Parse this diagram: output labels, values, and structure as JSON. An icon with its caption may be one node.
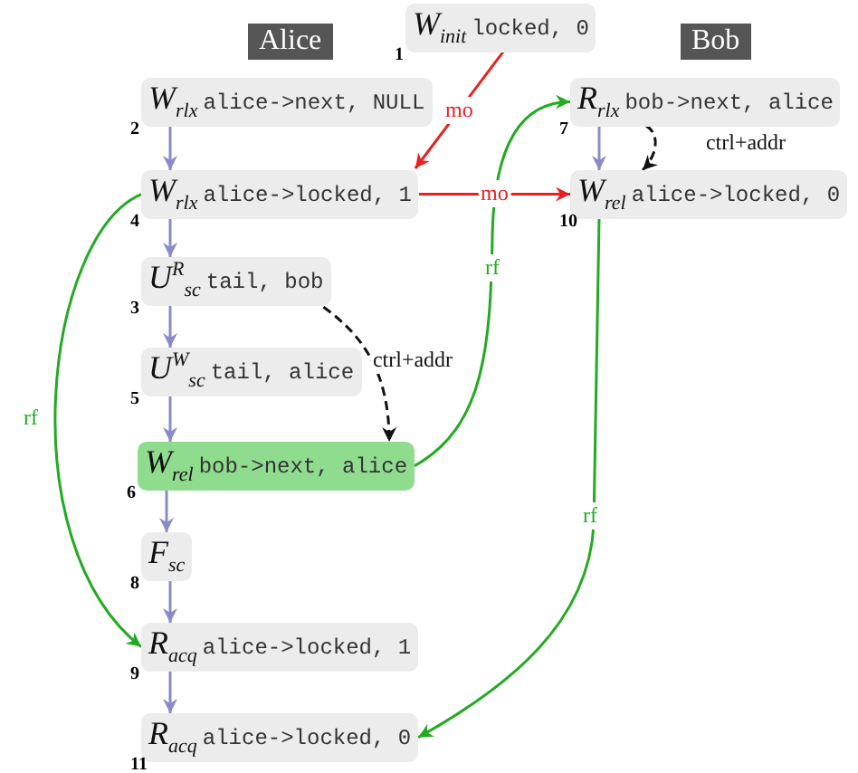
{
  "diagram": {
    "nodes": [
      {
        "text": [
          "Alice"
        ]
      },
      {
        "text": [
          "Bob"
        ]
      },
      {
        "text": [
          "W$_{init}$",
          "locked, 0"
        ],
        "beside": [
          "1"
        ]
      },
      {
        "text": [
          "W$_{rlx}$",
          "alice->next, NULL"
        ],
        "beside": [
          "2"
        ]
      },
      {
        "text": [
          "W$_{rlx}$",
          "alice->locked, 1"
        ],
        "beside": [
          "4"
        ]
      },
      {
        "text": [
          "U$^{R}$$_{sc}$",
          "tail, bob"
        ],
        "beside": [
          "3"
        ]
      },
      {
        "text": [
          "U$^{W}$$_{sc}$",
          "tail, alice"
        ],
        "beside": [
          "5"
        ]
      },
      {
        "text": [
          "W$_{rel}$",
          "bob->next, alice"
        ],
        "beside": [
          "6"
        ]
      },
      {
        "text": [
          "F$_{sc}$"
        ],
        "beside": [
          "8"
        ]
      },
      {
        "text": [
          "R$_{acq}$",
          "alice->locked, 1"
        ],
        "beside": [
          "9"
        ]
      },
      {
        "text": [
          "R$_{acq}$",
          "alice->locked, 0"
        ],
        "beside": [
          "11"
        ]
      },
      {
        "text": [
          "R$_{rlx}$",
          "bob->next, alice"
        ],
        "beside": [
          "7"
        ]
      },
      {
        "text": [
          "W$_{rel}$",
          "alice->locked, 0"
        ],
        "beside": [
          "10"
        ]
      }
    ],
    "edges": [
      {
        "from": 3,
        "to": 4,
        "arrow": "to"
      },
      {
        "from": 4,
        "to": 5,
        "arrow": "to"
      },
      {
        "from": 5,
        "to": 6,
        "arrow": "to"
      },
      {
        "from": 6,
        "to": 7,
        "arrow": "to"
      },
      {
        "from": 7,
        "to": 8,
        "arrow": "to"
      },
      {
        "from": 8,
        "to": 9,
        "arrow": "to"
      },
      {
        "from": 9,
        "to": 10,
        "arrow": "to"
      },
      {
        "from": 11,
        "to": 12,
        "arrow": "to"
      },
      {
        "from": 2,
        "to": 4,
        "arrow": "to",
        "label": "mo",
        "color": "#e82020"
      },
      {
        "from": 4,
        "to": 12,
        "arrow": "to",
        "label": "mo",
        "color": "#e82020"
      },
      {
        "from": 7,
        "to": 11,
        "arrow": "to",
        "label": "rf",
        "color": "#22aa22"
      },
      {
        "from": 4,
        "to": 9,
        "arrow": "to",
        "label": "rf",
        "color": "#22aa22"
      },
      {
        "from": 12,
        "to": 10,
        "arrow": "to",
        "label": "rf",
        "color": "#22aa22"
      },
      {
        "from": 5,
        "to": 7,
        "arrow": "to",
        "label": "ctrl+addr",
        "style": "dashed",
        "color": "#111111"
      },
      {
        "from": 11,
        "to": 12,
        "arrow": "to",
        "label": "ctrl+addr",
        "style": "dashed",
        "color": "#111111"
      }
    ]
  }
}
